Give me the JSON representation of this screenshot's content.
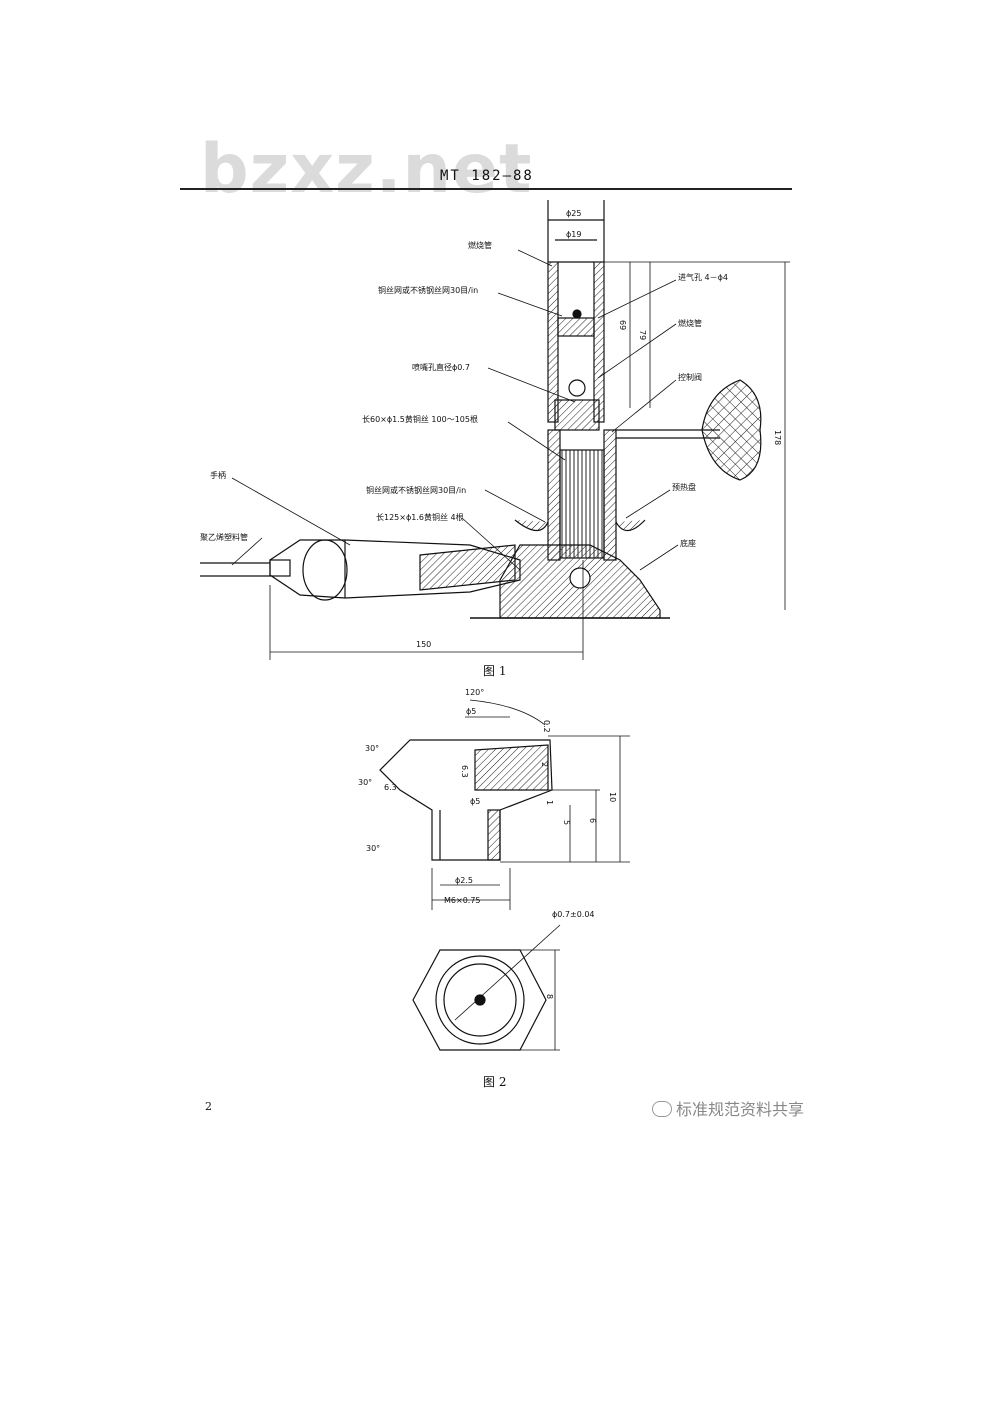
{
  "header": {
    "standard_no": "MT 182—88",
    "watermark": "bzxz.net"
  },
  "figure1": {
    "caption": "图 1",
    "labels": {
      "burner_tube_top": "燃烧管",
      "mesh_top": "铜丝网或不锈钢丝网30目/in",
      "nozzle": "喷嘴孔直径ϕ0.7",
      "copper_wire": "长60×ϕ1.5黄铜丝  100～105根",
      "handle": "手柄",
      "mesh_bottom": "铜丝网或不锈钢丝网30目/in",
      "copper_wire_4": "长125×ϕ1.6黄铜丝 4根",
      "pvc_tube": "聚乙烯塑料管",
      "air_inlet": "进气孔 4－ϕ4",
      "burner_tube_right": "燃烧管",
      "control_valve": "控制阀",
      "preheat_plate": "预热盘",
      "base": "底座"
    },
    "dims": {
      "d_outer": "ϕ25",
      "d_inner": "ϕ19",
      "h69": "69",
      "h79": "79",
      "h178": "178",
      "w150": "150"
    }
  },
  "figure2": {
    "caption": "图 2",
    "dims": {
      "angle120": "120°",
      "phi5_top": "ϕ5",
      "d02": "0.2",
      "a30a": "30°",
      "a30b": "30°",
      "a30c": "30°",
      "r63": "6.3",
      "r63b": "6.3",
      "d2": "2",
      "phi5_mid": "ϕ5",
      "d1": "1",
      "d5": "5",
      "d6": "6",
      "d10": "10",
      "phi25": "ϕ2.5",
      "m6": "M6×0.75",
      "phi07": "ϕ0.7±0.04",
      "d8": "8"
    }
  },
  "footer": {
    "page_number": "2",
    "credit": "标准规范资料共享"
  }
}
